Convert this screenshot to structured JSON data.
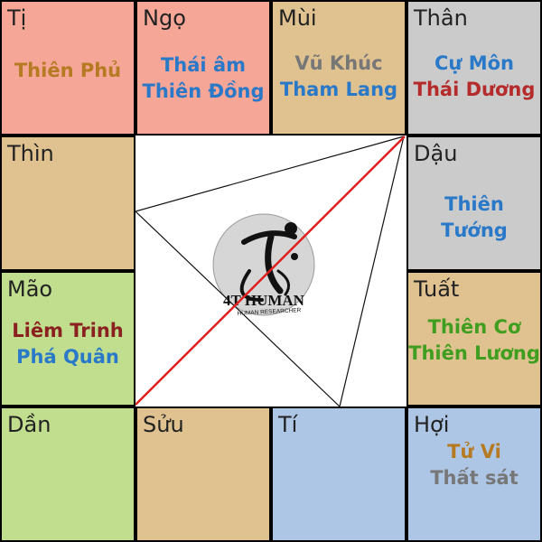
{
  "colors": {
    "salmon": "#f5a697",
    "tan": "#e0c290",
    "gray": "#cbcbcb",
    "green": "#c0de8e",
    "blue": "#adc6e6",
    "star_orange": "#b57a22",
    "star_blue": "#2a78c8",
    "star_gray": "#777777",
    "star_red": "#b52a2a",
    "star_green": "#3f9e1f",
    "star_maroon": "#8a2020",
    "diagonal_red": "#e01f1f"
  },
  "palaces": {
    "ti_snake": {
      "name": "Tị",
      "stars": [
        "Thiên Phủ"
      ]
    },
    "ngo": {
      "name": "Ngọ",
      "stars": [
        "Thái âm",
        "Thiên Đồng"
      ]
    },
    "mui": {
      "name": "Mùi",
      "stars": [
        "Vũ Khúc",
        "Tham Lang"
      ]
    },
    "than": {
      "name": "Thân",
      "stars": [
        "Cự Môn",
        "Thái Dương"
      ]
    },
    "thin": {
      "name": "Thìn",
      "stars": []
    },
    "dau": {
      "name": "Dậu",
      "stars": [
        "Thiên Tướng"
      ]
    },
    "mao": {
      "name": "Mão",
      "stars": [
        "Liêm Trinh",
        "Phá Quân"
      ]
    },
    "tuat": {
      "name": "Tuất",
      "stars": [
        "Thiên Cơ",
        "Thiên Lương"
      ]
    },
    "dan": {
      "name": "Dần",
      "stars": []
    },
    "suu": {
      "name": "Sửu",
      "stars": []
    },
    "ti_rat": {
      "name": "Tí",
      "stars": []
    },
    "hoi": {
      "name": "Hợi",
      "stars": [
        "Tử Vi",
        "Thất sát"
      ]
    }
  },
  "logo": {
    "brand": "4T HUMAN",
    "tagline": "HUMAN RESEARCHER"
  }
}
